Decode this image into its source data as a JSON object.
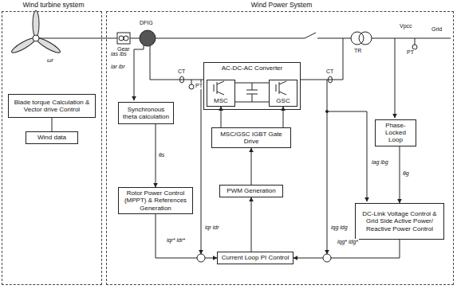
{
  "diagram": {
    "nodes": [
      {
        "text": [
          "Wind turbine system"
        ]
      },
      {
        "text": [
          "Wind Power System"
        ]
      },
      {
        "text": [
          "Blade torque Calculation & Vector drive Control"
        ],
        "in": 0
      },
      {
        "text": [
          "Wind data"
        ],
        "in": 0
      },
      {
        "text": [
          "AC-DC-AC Converter"
        ],
        "in": 1
      },
      {
        "text": [
          "MSC"
        ],
        "in": 4
      },
      {
        "text": [
          "GSC"
        ],
        "in": 4
      },
      {
        "text": [
          "Synchronous theta calculation"
        ],
        "in": 1
      },
      {
        "text": [
          "MSC/GSC IGBT Gate Drive"
        ],
        "in": 1
      },
      {
        "text": [
          "Phase-Locked Loop"
        ],
        "in": 1
      },
      {
        "text": [
          "Rotor Power Control (MPPT) & References Generation"
        ],
        "in": 1
      },
      {
        "text": [
          "PWM Generation"
        ],
        "in": 1
      },
      {
        "text": [
          "DC-Link Voltage Control & Grid Side Active Power/ Reactive Power Control"
        ],
        "in": 1
      },
      {
        "text": [
          "Current Loop PI Control"
        ],
        "in": 1
      }
    ],
    "edges": [
      {
        "from": 2,
        "to": 3,
        "arrow": "none"
      },
      {
        "from": 7,
        "to": 10,
        "label": "θs",
        "arrow": "to"
      },
      {
        "from": 8,
        "to": 5,
        "arrow": "to"
      },
      {
        "from": 8,
        "to": 6,
        "arrow": "to"
      },
      {
        "from": 11,
        "to": 8,
        "arrow": "to"
      },
      {
        "from": 13,
        "to": 11,
        "arrow": "to"
      },
      {
        "from": 10,
        "to": 13,
        "arrow": "to"
      },
      {
        "from": 12,
        "to": 13,
        "arrow": "to"
      },
      {
        "from": 9,
        "to": 12,
        "label": "θg",
        "arrow": "to"
      }
    ],
    "labels": [
      "Gear",
      "DFIG",
      "TR",
      "Grid",
      "Vpcc",
      "PT",
      "CT",
      "CT",
      "PT",
      "ωr",
      "ias ibs",
      "iar ibr",
      "iqr* idr*",
      "iqr idr",
      "iqg* idg*",
      "iqg idg",
      "iag ibg"
    ]
  }
}
